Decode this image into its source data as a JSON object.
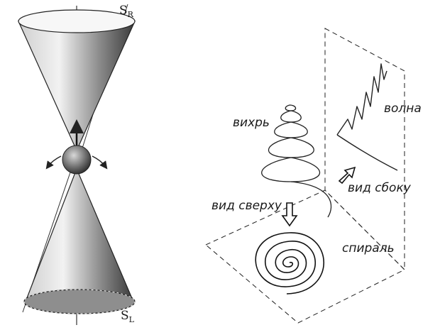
{
  "left_figure": {
    "cone_top_label": "S",
    "cone_top_sub": "R",
    "cone_bottom_label": "S",
    "cone_bottom_sub": "L"
  },
  "right_figure": {
    "vortex_label": "вихрь",
    "wave_label": "волна",
    "side_view_label": "вид сбоку",
    "top_view_label": "вид сверху",
    "spiral_label": "спираль"
  }
}
